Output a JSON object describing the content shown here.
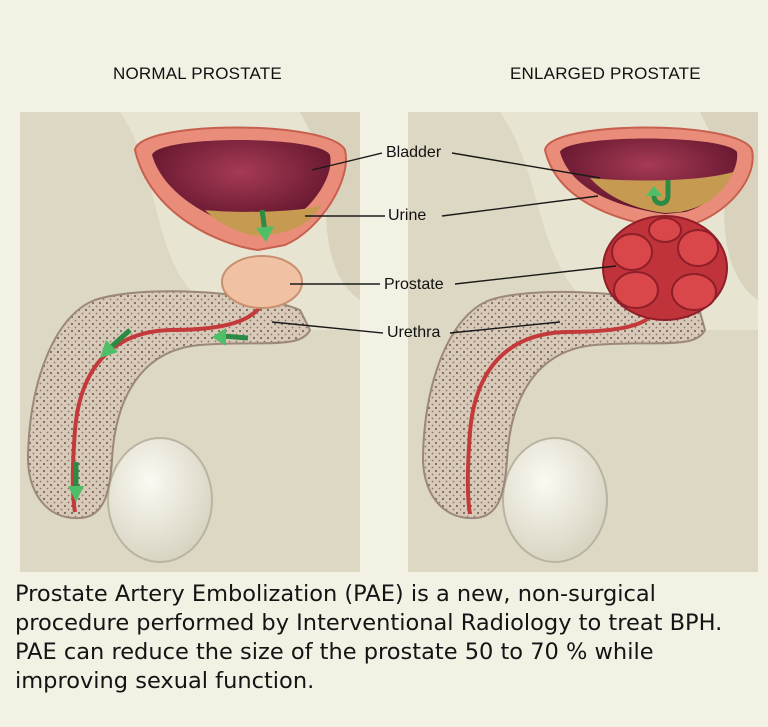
{
  "panels": {
    "normal_title": "NORMAL PROSTATE",
    "enlarged_title": "ENLARGED PROSTATE"
  },
  "labels": {
    "bladder": "Bladder",
    "urine": "Urine",
    "prostate": "Prostate",
    "urethra": "Urethra"
  },
  "caption": "Prostate Artery Embolization (PAE) is a new, non-surgical procedure performed by Interventional Radiology to treat BPH. PAE can reduce the size of the prostate 50 to 70 % while improving sexual function.",
  "colors": {
    "background": "#f3f1e4",
    "bladder_wall": "#e98d7a",
    "bladder_interior": "#7a1e3a",
    "urine": "#c79a52",
    "prostate_normal": "#f0c2a3",
    "prostate_enlarged": "#c0333b",
    "arrow": "#4fbf67",
    "spongy_tissue": "#c9b8a8"
  }
}
